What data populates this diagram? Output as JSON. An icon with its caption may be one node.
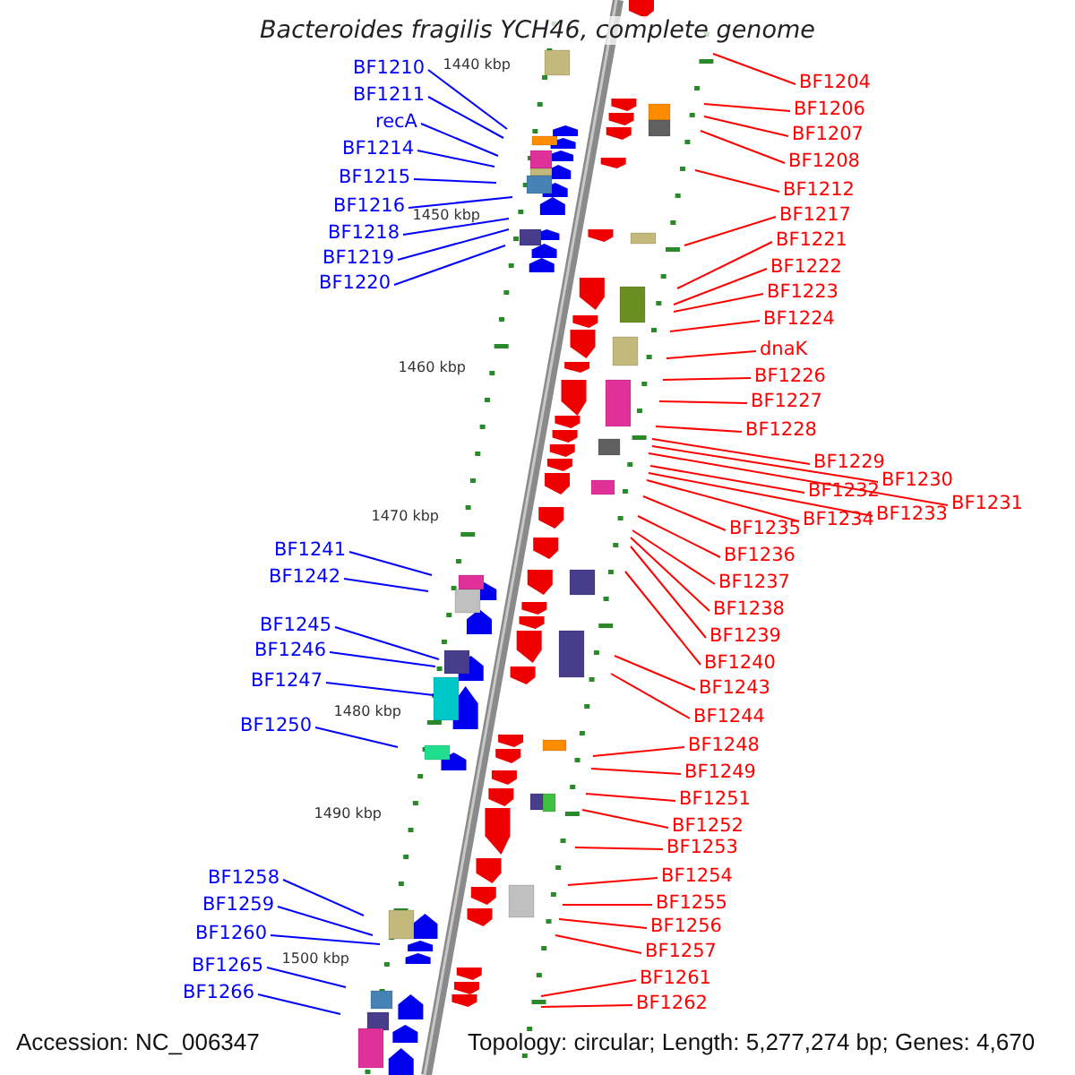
{
  "diagram": {
    "title": "Bacteroides fragilis YCH46, complete genome",
    "nodes": [
      {
        "text": [
          "BF1210"
        ]
      },
      {
        "text": [
          "BF1211"
        ]
      },
      {
        "text": [
          "recA"
        ]
      },
      {
        "text": [
          "BF1214"
        ]
      },
      {
        "text": [
          "BF1215"
        ]
      },
      {
        "text": [
          "BF1216"
        ]
      },
      {
        "text": [
          "BF1218"
        ]
      },
      {
        "text": [
          "BF1219"
        ]
      },
      {
        "text": [
          "BF1220"
        ]
      },
      {
        "text": [
          "BF1241"
        ]
      },
      {
        "text": [
          "BF1242"
        ]
      },
      {
        "text": [
          "BF1245"
        ]
      },
      {
        "text": [
          "BF1246"
        ]
      },
      {
        "text": [
          "BF1247"
        ]
      },
      {
        "text": [
          "BF1250"
        ]
      },
      {
        "text": [
          "BF1258"
        ]
      },
      {
        "text": [
          "BF1259"
        ]
      },
      {
        "text": [
          "BF1260"
        ]
      },
      {
        "text": [
          "BF1265"
        ]
      },
      {
        "text": [
          "BF1266"
        ]
      },
      {
        "text": [
          "BF1204"
        ]
      },
      {
        "text": [
          "BF1206"
        ]
      },
      {
        "text": [
          "BF1207"
        ]
      },
      {
        "text": [
          "BF1208"
        ]
      },
      {
        "text": [
          "BF1212"
        ]
      },
      {
        "text": [
          "BF1217"
        ]
      },
      {
        "text": [
          "BF1221"
        ]
      },
      {
        "text": [
          "BF1222"
        ]
      },
      {
        "text": [
          "BF1223"
        ]
      },
      {
        "text": [
          "BF1224"
        ]
      },
      {
        "text": [
          "dnaK"
        ]
      },
      {
        "text": [
          "BF1226"
        ]
      },
      {
        "text": [
          "BF1227"
        ]
      },
      {
        "text": [
          "BF1228"
        ]
      },
      {
        "text": [
          "BF1229"
        ]
      },
      {
        "text": [
          "BF1230"
        ]
      },
      {
        "text": [
          "BF1231"
        ]
      },
      {
        "text": [
          "BF1232"
        ]
      },
      {
        "text": [
          "BF1233"
        ]
      },
      {
        "text": [
          "BF1234"
        ]
      },
      {
        "text": [
          "BF1235"
        ]
      },
      {
        "text": [
          "BF1236"
        ]
      },
      {
        "text": [
          "BF1237"
        ]
      },
      {
        "text": [
          "BF1238"
        ]
      },
      {
        "text": [
          "BF1239"
        ]
      },
      {
        "text": [
          "BF1240"
        ]
      },
      {
        "text": [
          "BF1243"
        ]
      },
      {
        "text": [
          "BF1244"
        ]
      },
      {
        "text": [
          "BF1248"
        ]
      },
      {
        "text": [
          "BF1249"
        ]
      },
      {
        "text": [
          "BF1251"
        ]
      },
      {
        "text": [
          "BF1252"
        ]
      },
      {
        "text": [
          "BF1253"
        ]
      },
      {
        "text": [
          "BF1254"
        ]
      },
      {
        "text": [
          "BF1255"
        ]
      },
      {
        "text": [
          "BF1256"
        ]
      },
      {
        "text": [
          "BF1257"
        ]
      },
      {
        "text": [
          "BF1261"
        ]
      },
      {
        "text": [
          "BF1262"
        ]
      }
    ],
    "edges": [
      {
        "from": 0,
        "to": null,
        "arrow": "none",
        "color": "#0000ff"
      },
      {
        "from": 1,
        "to": null,
        "arrow": "none",
        "color": "#0000ff"
      },
      {
        "from": 2,
        "to": null,
        "arrow": "none",
        "color": "#0000ff"
      },
      {
        "from": 3,
        "to": null,
        "arrow": "none",
        "color": "#0000ff"
      },
      {
        "from": 4,
        "to": null,
        "arrow": "none",
        "color": "#0000ff"
      },
      {
        "from": 5,
        "to": null,
        "arrow": "none",
        "color": "#0000ff"
      },
      {
        "from": 6,
        "to": null,
        "arrow": "none",
        "color": "#0000ff"
      },
      {
        "from": 7,
        "to": null,
        "arrow": "none",
        "color": "#0000ff"
      },
      {
        "from": 8,
        "to": null,
        "arrow": "none",
        "color": "#0000ff"
      },
      {
        "from": 9,
        "to": null,
        "arrow": "none",
        "color": "#0000ff"
      },
      {
        "from": 10,
        "to": null,
        "arrow": "none",
        "color": "#0000ff"
      },
      {
        "from": 11,
        "to": null,
        "arrow": "none",
        "color": "#0000ff"
      },
      {
        "from": 12,
        "to": null,
        "arrow": "none",
        "color": "#0000ff"
      },
      {
        "from": 13,
        "to": null,
        "arrow": "none",
        "color": "#0000ff"
      },
      {
        "from": 14,
        "to": null,
        "arrow": "none",
        "color": "#0000ff"
      },
      {
        "from": 15,
        "to": null,
        "arrow": "none",
        "color": "#0000ff"
      },
      {
        "from": 16,
        "to": null,
        "arrow": "none",
        "color": "#0000ff"
      },
      {
        "from": 17,
        "to": null,
        "arrow": "none",
        "color": "#0000ff"
      },
      {
        "from": 18,
        "to": null,
        "arrow": "none",
        "color": "#0000ff"
      },
      {
        "from": 19,
        "to": null,
        "arrow": "none",
        "color": "#0000ff"
      },
      {
        "from": 20,
        "to": null,
        "arrow": "none"
      },
      {
        "from": 21,
        "to": null,
        "arrow": "none"
      },
      {
        "from": 22,
        "to": null,
        "arrow": "none"
      },
      {
        "from": 23,
        "to": null,
        "arrow": "none"
      },
      {
        "from": 24,
        "to": null,
        "arrow": "none"
      },
      {
        "from": 25,
        "to": null,
        "arrow": "none"
      },
      {
        "from": 26,
        "to": null,
        "arrow": "none"
      },
      {
        "from": 27,
        "to": null,
        "arrow": "none"
      },
      {
        "from": 28,
        "to": null,
        "arrow": "none"
      },
      {
        "from": 29,
        "to": null,
        "arrow": "none"
      },
      {
        "from": 30,
        "to": null,
        "arrow": "none"
      },
      {
        "from": 31,
        "to": null,
        "arrow": "none"
      },
      {
        "from": 32,
        "to": null,
        "arrow": "none"
      },
      {
        "from": 33,
        "to": null,
        "arrow": "none"
      },
      {
        "from": 34,
        "to": null,
        "arrow": "none"
      },
      {
        "from": 35,
        "to": null,
        "arrow": "none"
      },
      {
        "from": 36,
        "to": null,
        "arrow": "none"
      },
      {
        "from": 37,
        "to": null,
        "arrow": "none"
      },
      {
        "from": 38,
        "to": null,
        "arrow": "none"
      },
      {
        "from": 39,
        "to": null,
        "arrow": "none"
      },
      {
        "from": 40,
        "to": null,
        "arrow": "none"
      },
      {
        "from": 41,
        "to": null,
        "arrow": "none"
      },
      {
        "from": 42,
        "to": null,
        "arrow": "none"
      },
      {
        "from": 43,
        "to": null,
        "arrow": "none"
      },
      {
        "from": 44,
        "to": null,
        "arrow": "none"
      },
      {
        "from": 45,
        "to": null,
        "arrow": "none"
      },
      {
        "from": 46,
        "to": null,
        "arrow": "none"
      },
      {
        "from": 47,
        "to": null,
        "arrow": "none"
      },
      {
        "from": 48,
        "to": null,
        "arrow": "none"
      },
      {
        "from": 49,
        "to": null,
        "arrow": "none"
      },
      {
        "from": 50,
        "to": null,
        "arrow": "none"
      },
      {
        "from": 51,
        "to": null,
        "arrow": "none"
      },
      {
        "from": 52,
        "to": null,
        "arrow": "none"
      },
      {
        "from": 53,
        "to": null,
        "arrow": "none"
      },
      {
        "from": 54,
        "to": null,
        "arrow": "none"
      },
      {
        "from": 55,
        "to": null,
        "arrow": "none"
      },
      {
        "from": 56,
        "to": null,
        "arrow": "none"
      },
      {
        "from": 57,
        "to": null,
        "arrow": "none"
      },
      {
        "from": 58,
        "to": null,
        "arrow": "none"
      }
    ],
    "labels": [
      "1440 kbp",
      "1450 kbp",
      "1460 kbp",
      "1470 kbp",
      "1480 kbp",
      "1490 kbp",
      "1500 kbp",
      "Accession: NC_006347",
      "Topology: circular; Length: 5,277,274 bp; Genes: 4,670"
    ]
  }
}
